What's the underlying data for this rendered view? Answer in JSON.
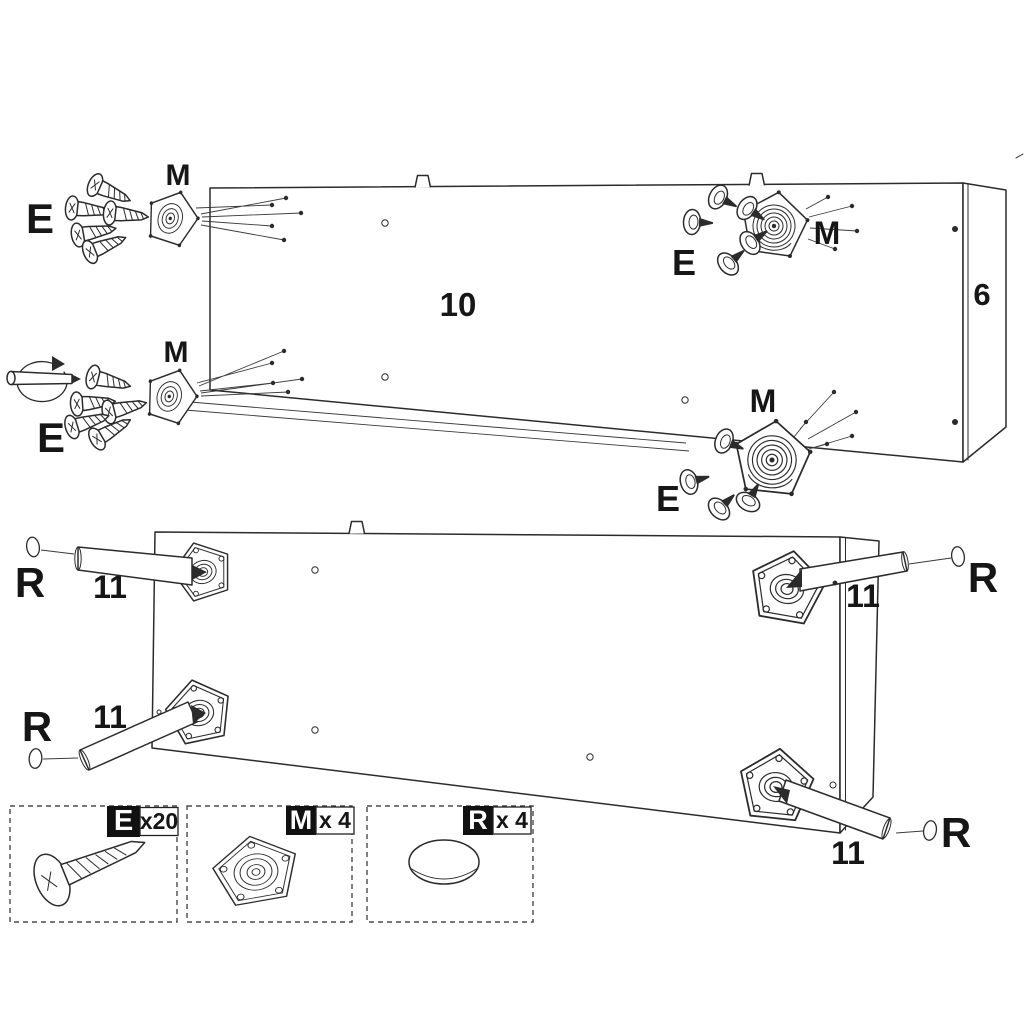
{
  "step1": {
    "panel_number": "10",
    "side_panel_number": "6",
    "plate_label": "M",
    "screw_label": "E"
  },
  "step2": {
    "leg_number": "11",
    "cap_label": "R"
  },
  "legend": {
    "items": [
      {
        "code": "E",
        "qty": "x20"
      },
      {
        "code": "M",
        "qty": "x 4"
      },
      {
        "code": "R",
        "qty": "x 4"
      }
    ]
  },
  "colors": {
    "line_color": "#2b2b2b",
    "label_color": "#161616",
    "legend_badge_bg": "#111111",
    "legend_badge_text": "#ffffff"
  }
}
